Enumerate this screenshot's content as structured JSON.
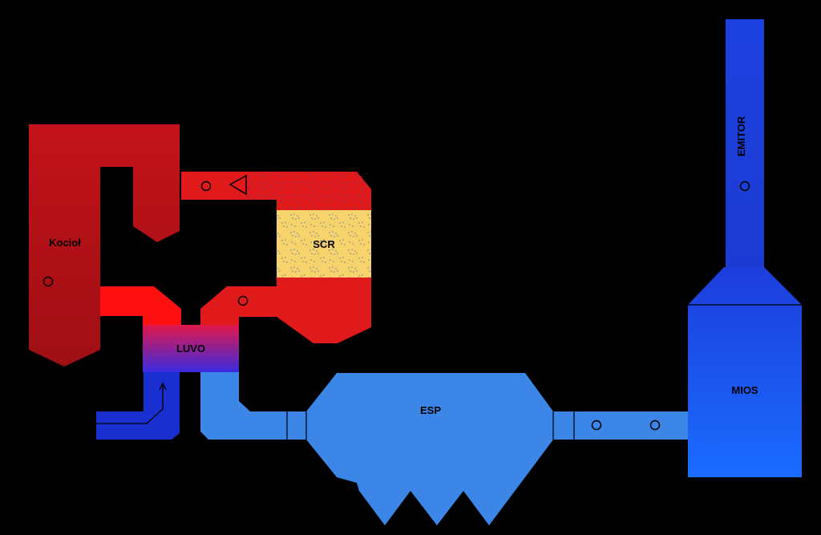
{
  "labels": {
    "boiler": "Kocioł",
    "scr": "SCR",
    "luvo": "LUVO",
    "esp": "ESP",
    "fgd": "MIOS",
    "stack": "EMITOR"
  },
  "colors": {
    "background": "#000000",
    "boiler": "#C8141B",
    "hot_duct": "#E01A1A",
    "bright_red": "#FF1010",
    "scr_catalyst": "#F7D36B",
    "cold_duct": "#3C86E8",
    "dark_blue": "#1A2FD0",
    "stack": "#1C3FD8",
    "fgd_top": "#1D3FE0",
    "fgd_bottom": "#1A6CFF"
  }
}
